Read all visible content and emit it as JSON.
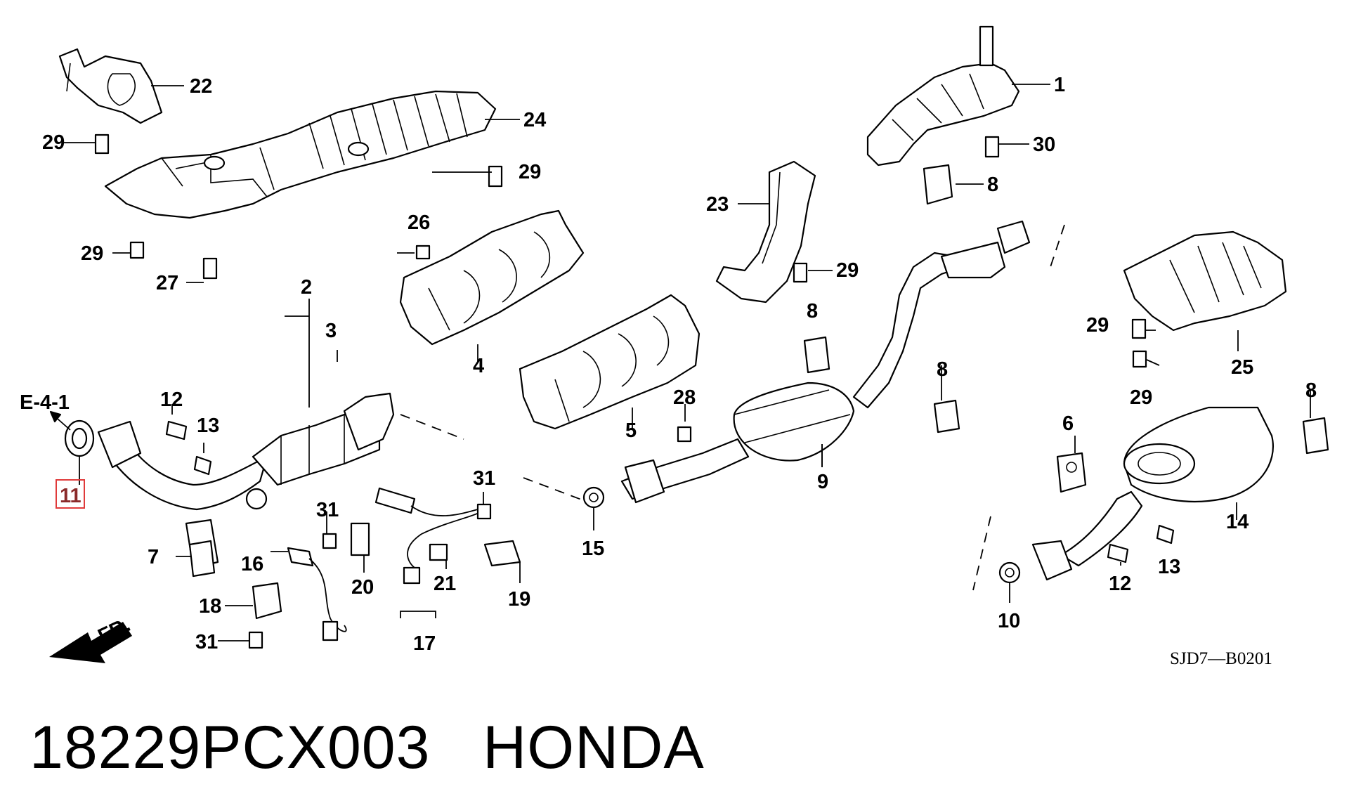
{
  "diagram": {
    "section_ref": "E-4-1",
    "drawing_code": "SJD7—B0201",
    "front_label": "FR.",
    "highlight_color": "#e03a3a",
    "highlighted_callout": "11",
    "callouts": {
      "c1": "1",
      "c2": "2",
      "c3": "3",
      "c4": "4",
      "c5": "5",
      "c6": "6",
      "c7": "7",
      "c8a": "8",
      "c8b": "8",
      "c8c": "8",
      "c8d": "8",
      "c9": "9",
      "c10": "10",
      "c11": "11",
      "c12a": "12",
      "c12b": "12",
      "c13a": "13",
      "c13b": "13",
      "c14": "14",
      "c15": "15",
      "c16": "16",
      "c17": "17",
      "c18": "18",
      "c19": "19",
      "c20": "20",
      "c21": "21",
      "c22": "22",
      "c23": "23",
      "c24": "24",
      "c25": "25",
      "c26": "26",
      "c27": "27",
      "c28": "28",
      "c29a": "29",
      "c29b": "29",
      "c29c": "29",
      "c29d": "29",
      "c29e": "29",
      "c29f": "29",
      "c30": "30",
      "c31a": "31",
      "c31b": "31",
      "c31c": "31"
    }
  },
  "caption": {
    "part_number": "18229PCX003",
    "brand": "HONDA"
  }
}
